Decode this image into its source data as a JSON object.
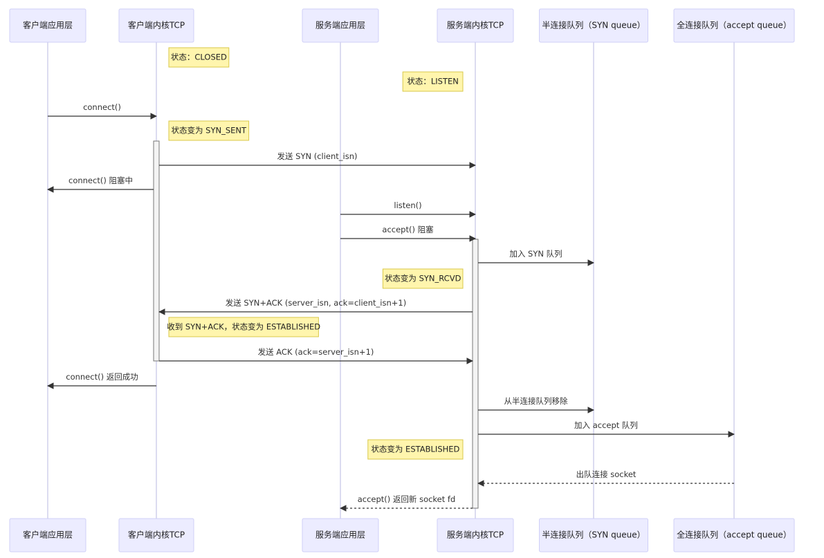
{
  "participants": [
    {
      "id": "client_app",
      "label": "客户端应用层"
    },
    {
      "id": "client_tcp",
      "label": "客户端内核TCP"
    },
    {
      "id": "server_app",
      "label": "服务端应用层"
    },
    {
      "id": "server_tcp",
      "label": "服务端内核TCP"
    },
    {
      "id": "syn_queue",
      "label": "半连接队列（SYN queue）"
    },
    {
      "id": "accept_queue",
      "label": "全连接队列（accept queue）"
    }
  ],
  "events": [
    {
      "kind": "note",
      "over": "client_tcp",
      "side": "right",
      "text": "状态：CLOSED"
    },
    {
      "kind": "note",
      "over": "server_tcp",
      "side": "left",
      "text": "状态：LISTEN"
    },
    {
      "kind": "message",
      "from": "client_app",
      "to": "client_tcp",
      "text": "connect()",
      "style": "solid"
    },
    {
      "kind": "note",
      "over": "client_tcp",
      "side": "right",
      "text": "状态变为 SYN_SENT"
    },
    {
      "kind": "message",
      "from": "client_tcp",
      "to": "server_tcp",
      "text": "发送 SYN (client_isn)",
      "style": "solid"
    },
    {
      "kind": "message",
      "from": "client_tcp",
      "to": "client_app",
      "text": "connect() 阻塞中",
      "style": "solid"
    },
    {
      "kind": "message",
      "from": "server_app",
      "to": "server_tcp",
      "text": "listen()",
      "style": "solid"
    },
    {
      "kind": "message",
      "from": "server_app",
      "to": "server_tcp",
      "text": "accept() 阻塞",
      "style": "solid"
    },
    {
      "kind": "message",
      "from": "server_tcp",
      "to": "syn_queue",
      "text": "加入 SYN 队列",
      "style": "solid"
    },
    {
      "kind": "note",
      "over": "server_tcp",
      "side": "left",
      "text": "状态变为 SYN_RCVD"
    },
    {
      "kind": "message",
      "from": "server_tcp",
      "to": "client_tcp",
      "text": "发送 SYN+ACK (server_isn, ack=client_isn+1)",
      "style": "solid"
    },
    {
      "kind": "note",
      "over": "client_tcp",
      "side": "right",
      "text": "收到 SYN+ACK，状态变为 ESTABLISHED"
    },
    {
      "kind": "message",
      "from": "client_tcp",
      "to": "server_tcp",
      "text": "发送 ACK (ack=server_isn+1)",
      "style": "solid"
    },
    {
      "kind": "message",
      "from": "client_tcp",
      "to": "client_app",
      "text": "connect() 返回成功",
      "style": "solid"
    },
    {
      "kind": "message",
      "from": "server_tcp",
      "to": "syn_queue",
      "text": "从半连接队列移除",
      "style": "solid"
    },
    {
      "kind": "message",
      "from": "server_tcp",
      "to": "accept_queue",
      "text": "加入 accept 队列",
      "style": "solid"
    },
    {
      "kind": "note",
      "over": "server_tcp",
      "side": "left",
      "text": "状态变为 ESTABLISHED"
    },
    {
      "kind": "message",
      "from": "accept_queue",
      "to": "server_tcp",
      "text": "出队连接 socket",
      "style": "dashed"
    },
    {
      "kind": "message",
      "from": "server_tcp",
      "to": "server_app",
      "text": "accept() 返回新 socket fd",
      "style": "dashed"
    }
  ],
  "colors": {
    "actor_fill": "#ececff",
    "actor_stroke": "#cfcff7",
    "note_fill": "#fff5ad",
    "note_stroke": "#d8c84a",
    "lifeline": "#cccce9",
    "arrow": "#333333"
  }
}
